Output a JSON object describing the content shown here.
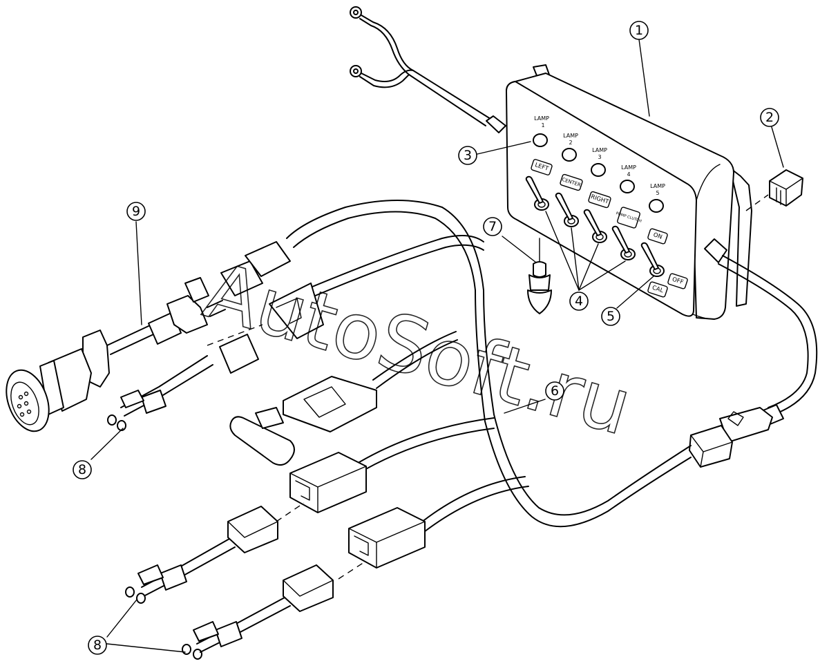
{
  "watermark": "AutoSoft.ru",
  "callouts": [
    "1",
    "2",
    "3",
    "4",
    "5",
    "6",
    "7",
    "8",
    "9"
  ],
  "panel": {
    "lamps": [
      {
        "word": "LAMP",
        "num": "1"
      },
      {
        "word": "LAMP",
        "num": "2"
      },
      {
        "word": "LAMP",
        "num": "3"
      },
      {
        "word": "LAMP",
        "num": "4"
      },
      {
        "word": "LAMP",
        "num": "5"
      }
    ],
    "switch_labels": [
      "LEFT",
      "CENTER",
      "RIGHT",
      "PUMP CLUTCH",
      "ON",
      "OFF",
      "CAL"
    ]
  }
}
